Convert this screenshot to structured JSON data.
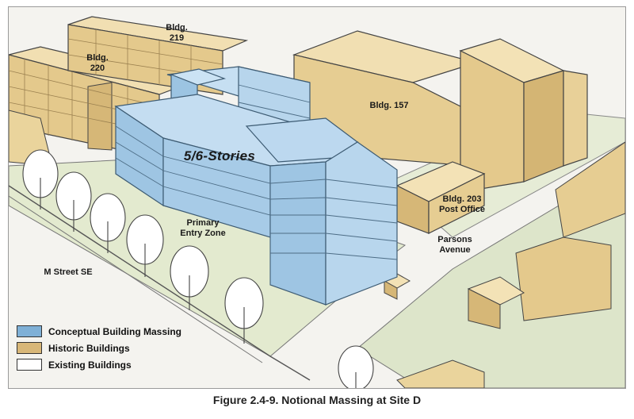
{
  "labels": {
    "bldg219": "Bldg.\n219",
    "bldg220": "Bldg.\n220",
    "bldg157": "Bldg. 157",
    "stories": "5/6-Stories",
    "bldg203": "Bldg. 203\nPost Office",
    "entry_zone": "Primary\nEntry Zone",
    "parsons": "Parsons\nAvenue",
    "m_street": "M Street SE"
  },
  "legend": [
    {
      "label": "Conceptual Building Massing",
      "color": "#7fb0d6"
    },
    {
      "label": "Historic Buildings",
      "color": "#d8b778"
    },
    {
      "label": "Existing Buildings",
      "color": "#ffffff"
    }
  ],
  "colors": {
    "massing": "#a9cde9",
    "historic": "#ebd59f",
    "grass": "#dfe7cf",
    "road": "#f4f3ef"
  },
  "caption": "Figure 2.4-9. Notional Massing at Site D"
}
